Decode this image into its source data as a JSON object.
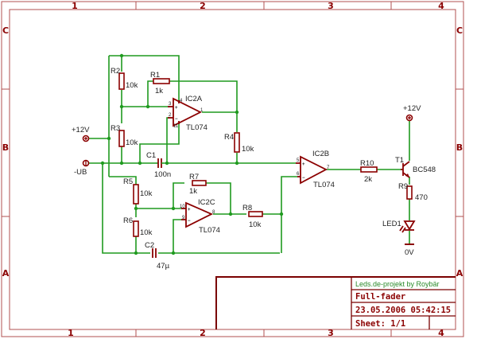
{
  "title_block": {
    "project": "Leds.de-projekt by Roybär",
    "name": "Full-fader",
    "datetime": "23.05.2006 05:42:15",
    "sheet": "Sheet: 1/1"
  },
  "grid": {
    "columns": [
      "1",
      "2",
      "3",
      "4"
    ],
    "rows": [
      "C",
      "B",
      "A"
    ]
  },
  "supplies": {
    "vcc_left": "+12V",
    "vee_left": "-UB",
    "vcc_right": "+12V",
    "ground": "0V"
  },
  "components": {
    "R1": {
      "name": "R1",
      "value": "1k"
    },
    "R2": {
      "name": "R2",
      "value": "10k"
    },
    "R3": {
      "name": "R3",
      "value": "10k"
    },
    "R4": {
      "name": "R4",
      "value": "10k"
    },
    "R5": {
      "name": "R5",
      "value": "10k"
    },
    "R6": {
      "name": "R6",
      "value": "10k"
    },
    "R7": {
      "name": "R7",
      "value": "1k"
    },
    "R8": {
      "name": "R8",
      "value": "10k"
    },
    "R9": {
      "name": "R9",
      "value": "470"
    },
    "R10": {
      "name": "R10",
      "value": "2k"
    },
    "C1": {
      "name": "C1",
      "value": "100n"
    },
    "C2": {
      "name": "C2",
      "value": "47µ"
    },
    "IC2A": {
      "name": "IC2A",
      "value": "TL074",
      "pins": {
        "plus": "3",
        "minus": "2",
        "out": "1",
        "vp": "4",
        "vn": "11"
      }
    },
    "IC2B": {
      "name": "IC2B",
      "value": "TL074",
      "pins": {
        "plus": "5",
        "minus": "6",
        "out": "7"
      }
    },
    "IC2C": {
      "name": "IC2C",
      "value": "TL074",
      "pins": {
        "plus": "10",
        "minus": "9",
        "out": "8"
      }
    },
    "T1": {
      "name": "T1",
      "value": "BC548"
    },
    "LED1": {
      "name": "LED1"
    }
  },
  "opamp_signs": {
    "plus": "+",
    "minus": "−"
  }
}
